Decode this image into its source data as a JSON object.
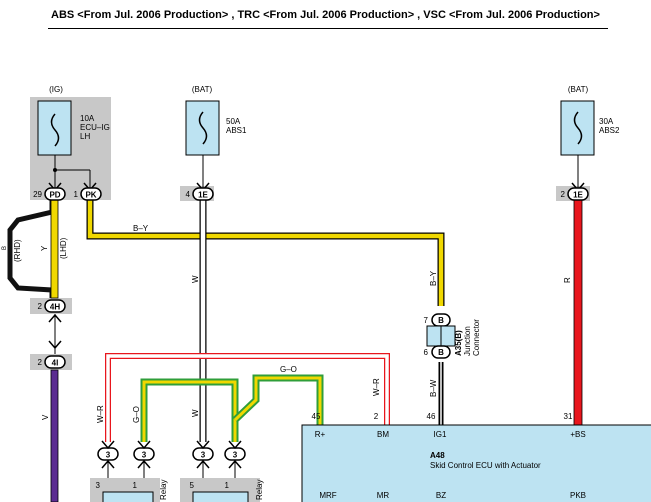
{
  "header": {
    "title": "ABS <From Jul. 2006 Production> , TRC <From Jul. 2006 Production> , VSC <From Jul. 2006 Production>"
  },
  "power_sources": {
    "ig": "(IG)",
    "bat1": "(BAT)",
    "bat2": "(BAT)"
  },
  "fuses": {
    "ecu_ig": {
      "rating": "10A",
      "name_line1": "ECU–IG",
      "name_line2": "LH"
    },
    "abs1": {
      "rating": "50A",
      "name": "ABS1"
    },
    "abs2": {
      "rating": "30A",
      "name": "ABS2"
    }
  },
  "connectors": {
    "pd": {
      "pin": "29",
      "code": "PD"
    },
    "pk": {
      "pin": "1",
      "code": "PK"
    },
    "e1_a": {
      "pin": "4",
      "code": "1E"
    },
    "e1_b": {
      "pin": "2",
      "code": "1E"
    },
    "h4": {
      "pin": "2",
      "code": "4H"
    },
    "i4": {
      "pin": "2",
      "code": "4I"
    },
    "junction": {
      "pin_top": "7",
      "pin_bottom": "6",
      "code": "B",
      "id": "A35(B)",
      "line1": "Junction",
      "line2": "Connector"
    },
    "c3": "3",
    "c5": "5",
    "c1": "1"
  },
  "wires": {
    "b_y_horizontal": "B–Y",
    "b_y_vertical": "B–Y",
    "y": "Y",
    "rhd": "(RHD)",
    "lhd": "(LHD)",
    "b": "B",
    "w": "W",
    "w_lower": "W",
    "r": "R",
    "v": "V",
    "w_r_left": "W–R",
    "w_r_right": "W–R",
    "g_o_left": "G–O",
    "g_o_top": "G–O",
    "b_w": "B–W"
  },
  "relays": {
    "relay1": "Relay",
    "relay2": "Relay"
  },
  "ecu": {
    "id": "A48",
    "name": "Skid Control ECU with Actuator",
    "pins_top": [
      {
        "num": "45",
        "label": "R+"
      },
      {
        "num": "2",
        "label": "BM"
      },
      {
        "num": "46",
        "label": "IG1"
      },
      {
        "num": "31",
        "label": "+BS"
      }
    ],
    "pins_bottom": [
      "MRF",
      "MR",
      "BZ",
      "PKB"
    ]
  },
  "colors": {
    "yellow": "#f0d800",
    "red": "#e8161d",
    "purple": "#5b2c91",
    "green": "#2f9e3a",
    "ecu_fill": "#bde3f2",
    "fuse_fill": "#bde3f2",
    "grey_block": "#c8c8c8"
  }
}
